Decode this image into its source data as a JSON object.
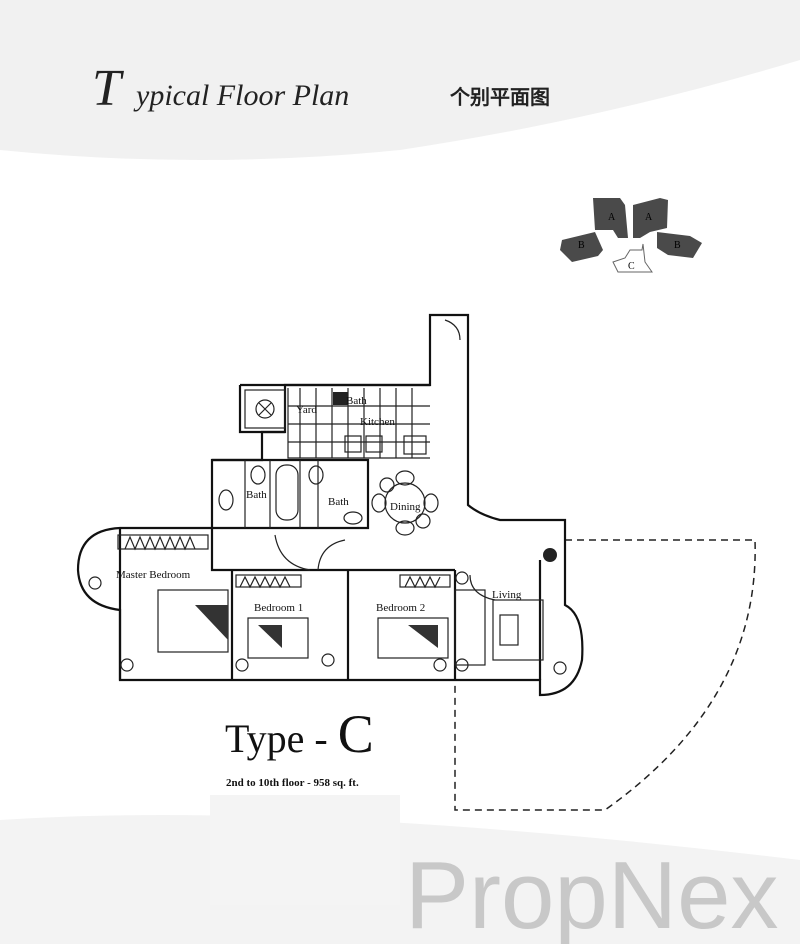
{
  "title": {
    "script_letter": "T",
    "main": "ypical Floor Plan",
    "chinese": "个别平面图"
  },
  "key_plan": {
    "blocks": [
      "A",
      "A",
      "B",
      "B",
      "C"
    ],
    "highlight": "C"
  },
  "rooms": {
    "yard": "Yard",
    "bath_top": "Bath",
    "kitchen": "Kitchen",
    "bath1": "Bath",
    "bath2": "Bath",
    "dining": "Dining",
    "master": "Master Bedroom",
    "bedroom1": "Bedroom 1",
    "bedroom2": "Bedroom 2",
    "living": "Living"
  },
  "unit": {
    "type_label": "Type - ",
    "type_letter": "C",
    "subtitle": "2nd to 10th floor - 958 sq. ft."
  },
  "watermark": "PropNex",
  "colors": {
    "wall": "#111111",
    "block": "#4a4a4a",
    "watermark": "#c8c8c8",
    "bg_blob": "#eeeeee"
  }
}
